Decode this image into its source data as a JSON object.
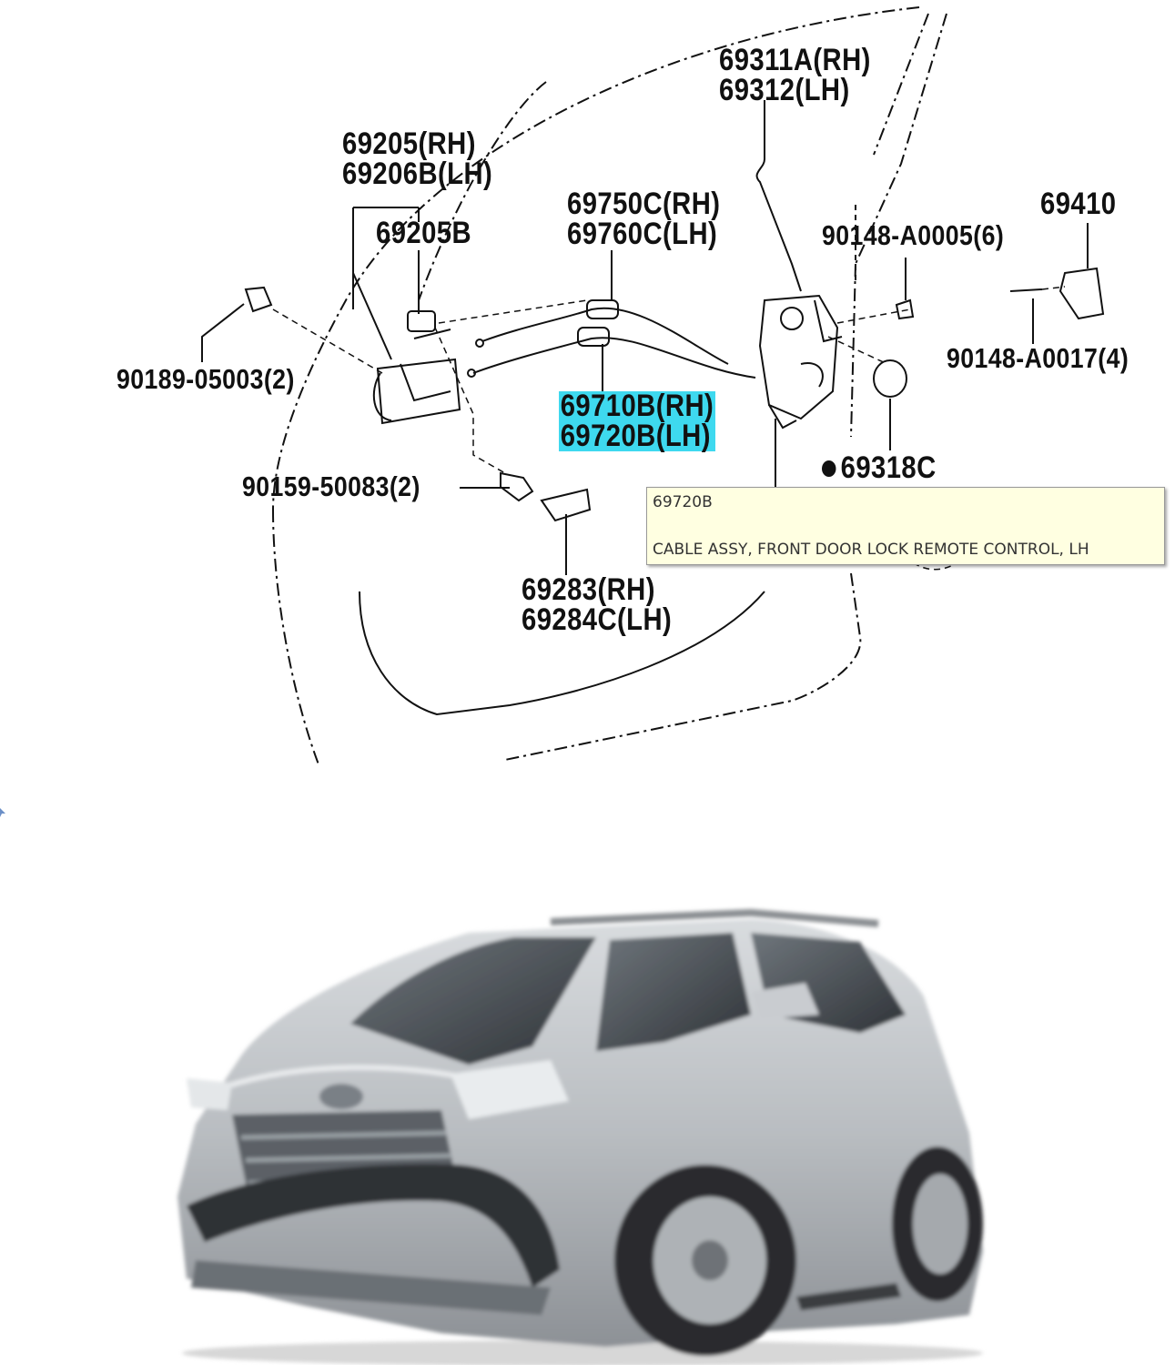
{
  "diagram": {
    "callouts": [
      {
        "id": "c-69311A",
        "lines": [
          "69311A(RH)",
          "69312(LH)"
        ]
      },
      {
        "id": "c-69205",
        "lines": [
          "69205(RH)",
          "69206B(LH)"
        ]
      },
      {
        "id": "c-69205B",
        "lines": [
          "69205B"
        ]
      },
      {
        "id": "c-69750C",
        "lines": [
          "69750C(RH)",
          "69760C(LH)"
        ]
      },
      {
        "id": "c-90148-5",
        "lines": [
          "90148-A0005(6)"
        ]
      },
      {
        "id": "c-69410",
        "lines": [
          "69410"
        ]
      },
      {
        "id": "c-90189",
        "lines": [
          "90189-05003(2)"
        ]
      },
      {
        "id": "c-69710B",
        "lines": [
          "69710B(RH)",
          "69720B(LH)"
        ],
        "highlighted": true
      },
      {
        "id": "c-90148-17",
        "lines": [
          "90148-A0017(4)"
        ]
      },
      {
        "id": "c-69318C",
        "lines": [
          "69318C"
        ],
        "dot": true
      },
      {
        "id": "c-90159",
        "lines": [
          "90159-50083(2)"
        ]
      },
      {
        "id": "c-69283",
        "lines": [
          "69283(RH)",
          "69284C(LH)"
        ]
      }
    ]
  },
  "tooltip": {
    "code": "69720B",
    "description": "CABLE ASSY, FRONT DOOR LOCK REMOTE CONTROL, LH"
  },
  "colors": {
    "highlight": "#3ed9ef",
    "tooltip_bg": "#ffffe1",
    "car_body": "#c4c8cc"
  }
}
